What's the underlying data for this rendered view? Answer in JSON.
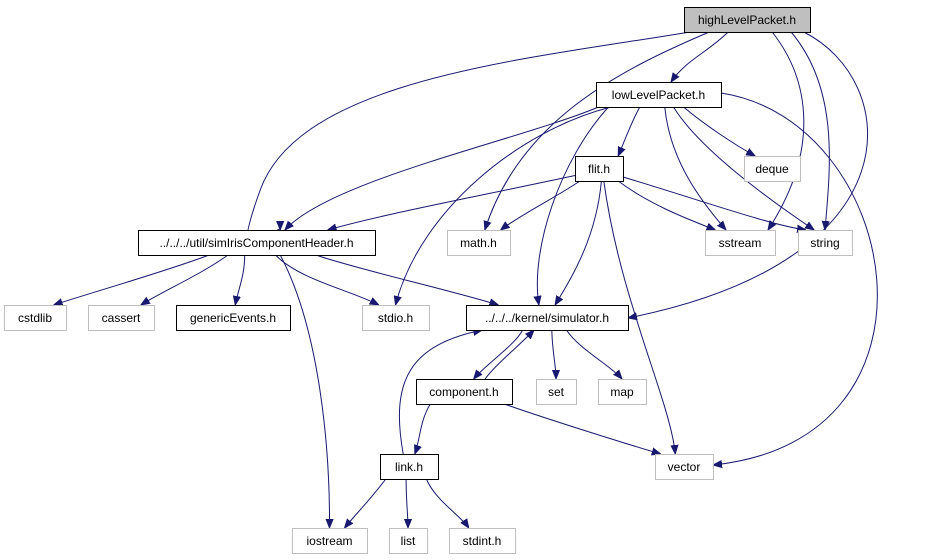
{
  "colors": {
    "edge": "#191970",
    "root_fill": "#bfbfbf",
    "documented_border": "#000000",
    "external_border": "#bfbfbf",
    "background": "#ffffff"
  },
  "nodes": {
    "highLevelPacket": {
      "label": "highLevelPacket.h",
      "kind": "root"
    },
    "lowLevelPacket": {
      "label": "lowLevelPacket.h",
      "kind": "documented"
    },
    "flit": {
      "label": "flit.h",
      "kind": "documented"
    },
    "deque": {
      "label": "deque",
      "kind": "external"
    },
    "simIrisComponentHeader": {
      "label": "../../../util/simIrisComponentHeader.h",
      "kind": "documented"
    },
    "math": {
      "label": "math.h",
      "kind": "external"
    },
    "sstream": {
      "label": "sstream",
      "kind": "external"
    },
    "string": {
      "label": "string",
      "kind": "external"
    },
    "cstdlib": {
      "label": "cstdlib",
      "kind": "external"
    },
    "cassert": {
      "label": "cassert",
      "kind": "external"
    },
    "genericEvents": {
      "label": "genericEvents.h",
      "kind": "documented"
    },
    "stdio": {
      "label": "stdio.h",
      "kind": "external"
    },
    "simulator": {
      "label": "../../../kernel/simulator.h",
      "kind": "documented"
    },
    "component": {
      "label": "component.h",
      "kind": "documented"
    },
    "set": {
      "label": "set",
      "kind": "external"
    },
    "map": {
      "label": "map",
      "kind": "external"
    },
    "vector": {
      "label": "vector",
      "kind": "external"
    },
    "link": {
      "label": "link.h",
      "kind": "documented"
    },
    "iostream": {
      "label": "iostream",
      "kind": "external"
    },
    "list": {
      "label": "list",
      "kind": "external"
    },
    "stdint": {
      "label": "stdint.h",
      "kind": "external"
    }
  },
  "edges": [
    [
      "highLevelPacket",
      "lowLevelPacket"
    ],
    [
      "highLevelPacket",
      "simIrisComponentHeader"
    ],
    [
      "highLevelPacket",
      "math"
    ],
    [
      "highLevelPacket",
      "sstream"
    ],
    [
      "highLevelPacket",
      "string"
    ],
    [
      "highLevelPacket",
      "simulator"
    ],
    [
      "lowLevelPacket",
      "flit"
    ],
    [
      "lowLevelPacket",
      "deque"
    ],
    [
      "lowLevelPacket",
      "simIrisComponentHeader"
    ],
    [
      "lowLevelPacket",
      "stdio"
    ],
    [
      "lowLevelPacket",
      "sstream"
    ],
    [
      "lowLevelPacket",
      "string"
    ],
    [
      "lowLevelPacket",
      "simulator"
    ],
    [
      "lowLevelPacket",
      "vector"
    ],
    [
      "flit",
      "simIrisComponentHeader"
    ],
    [
      "flit",
      "math"
    ],
    [
      "flit",
      "sstream"
    ],
    [
      "flit",
      "string"
    ],
    [
      "flit",
      "simulator"
    ],
    [
      "flit",
      "vector"
    ],
    [
      "simIrisComponentHeader",
      "cstdlib"
    ],
    [
      "simIrisComponentHeader",
      "cassert"
    ],
    [
      "simIrisComponentHeader",
      "genericEvents"
    ],
    [
      "simIrisComponentHeader",
      "stdio"
    ],
    [
      "simIrisComponentHeader",
      "simulator"
    ],
    [
      "simIrisComponentHeader",
      "iostream"
    ],
    [
      "simulator",
      "component"
    ],
    [
      "simulator",
      "set"
    ],
    [
      "simulator",
      "map"
    ],
    [
      "component",
      "simulator"
    ],
    [
      "component",
      "link"
    ],
    [
      "component",
      "vector"
    ],
    [
      "link",
      "simulator"
    ],
    [
      "link",
      "iostream"
    ],
    [
      "link",
      "list"
    ],
    [
      "link",
      "stdint"
    ]
  ]
}
